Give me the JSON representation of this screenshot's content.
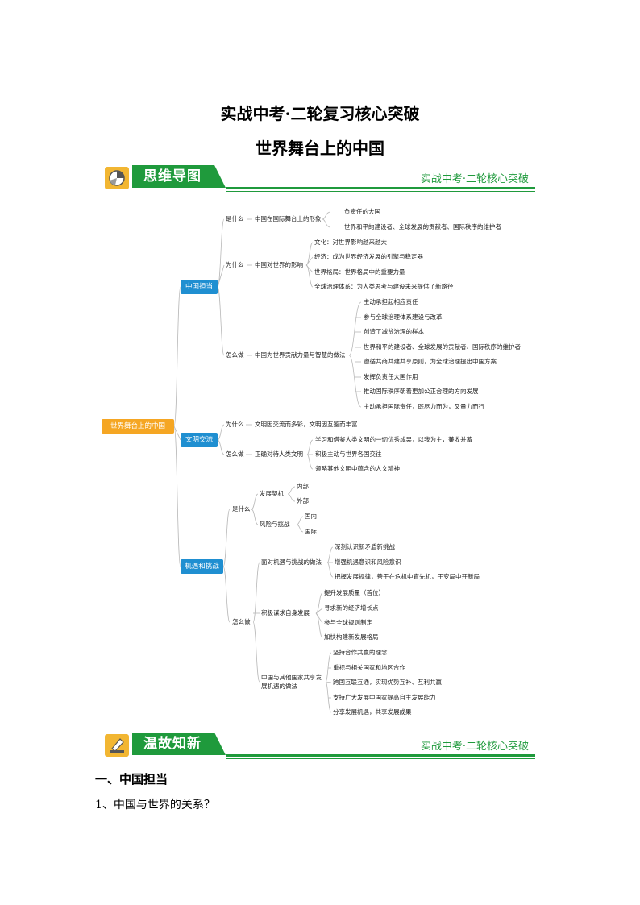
{
  "title1": "实战中考·二轮复习核心突破",
  "title2": "世界舞台上的中国",
  "banner1": {
    "tab": "思维导图",
    "right": "实战中考·二轮核心突破"
  },
  "banner2": {
    "tab": "温故知新",
    "right": "实战中考·二轮核心突破"
  },
  "colors": {
    "green": "#1f9a3c",
    "orange": "#f5a623",
    "blue": "#1f8fd1",
    "yellow": "#f2b632"
  },
  "mindmap": {
    "root": "世界舞台上的中国",
    "b1": {
      "label": "中国担当",
      "what_q": "是什么",
      "what_topic": "中国在国际舞台上的形象",
      "what_items": [
        "负责任的大国",
        "世界和平的建设者、全球发展的贡献者、国际秩序的维护者"
      ],
      "why_q": "为什么",
      "why_topic": "中国对世界的影响",
      "why_items": [
        "文化：对世界影响越来越大",
        "经济：成为世界经济发展的引擎与稳定器",
        "世界格局：世界格局中的重要力量",
        "全球治理体系：为人类思考与建设未来提供了新路径"
      ],
      "how_q": "怎么做",
      "how_topic": "中国为世界贡献力量与智慧的做法",
      "how_items": [
        "主动承担起相应责任",
        "参与全球治理体系建设与改革",
        "创造了减贫治理的样本",
        "世界和平的建设者、全球发展的贡献者、国际秩序的维护者",
        "遵循共商共建共享原则，为全球治理提出中国方案",
        "发挥负责任大国作用",
        "推动国际秩序朝着更加公正合理的方向发展",
        "主动承担国际责任，既尽力而为，又量力而行"
      ]
    },
    "b2": {
      "label": "文明交流",
      "why_q": "为什么",
      "why_text": "文明因交流而多彩，文明因互鉴而丰富",
      "how_q": "怎么做",
      "how_topic": "正确对待人类文明",
      "how_items": [
        "学习和借鉴人类文明的一切优秀成果，以我为主，兼收并蓄",
        "积极主动与世界各国交往",
        "领略其他文明中蕴含的人文精神"
      ]
    },
    "b3": {
      "label": "机遇和挑战",
      "what_q": "是什么",
      "opp_topic": "发展契机",
      "opp_items": [
        "内部",
        "外部"
      ],
      "risk_topic": "风险与挑战",
      "risk_items": [
        "国内",
        "国际"
      ],
      "how_q": "怎么做",
      "face_topic": "面对机遇与挑战的做法",
      "face_items": [
        "深刻认识新矛盾新挑战",
        "增强机遇意识和风险意识",
        "把握发展规律，善于在危机中育先机，于变局中开新局"
      ],
      "active_topic": "积极谋求自身发展",
      "active_items": [
        "提升发展质量（首位）",
        "寻求新的经济增长点",
        "参与全球规则制定",
        "加快构建新发展格局"
      ],
      "share_topic1": "中国与其他国家共享发",
      "share_topic2": "展机遇的做法",
      "share_items": [
        "坚持合作共赢的理念",
        "重视与相关国家和地区合作",
        "跨国互联互通，实现优势互补、互利共赢",
        "支持广大发展中国家提高自主发展能力",
        "分享发展机遇，共享发展成果"
      ]
    }
  },
  "section1": "一、中国担当",
  "question1": "1、中国与世界的关系？"
}
